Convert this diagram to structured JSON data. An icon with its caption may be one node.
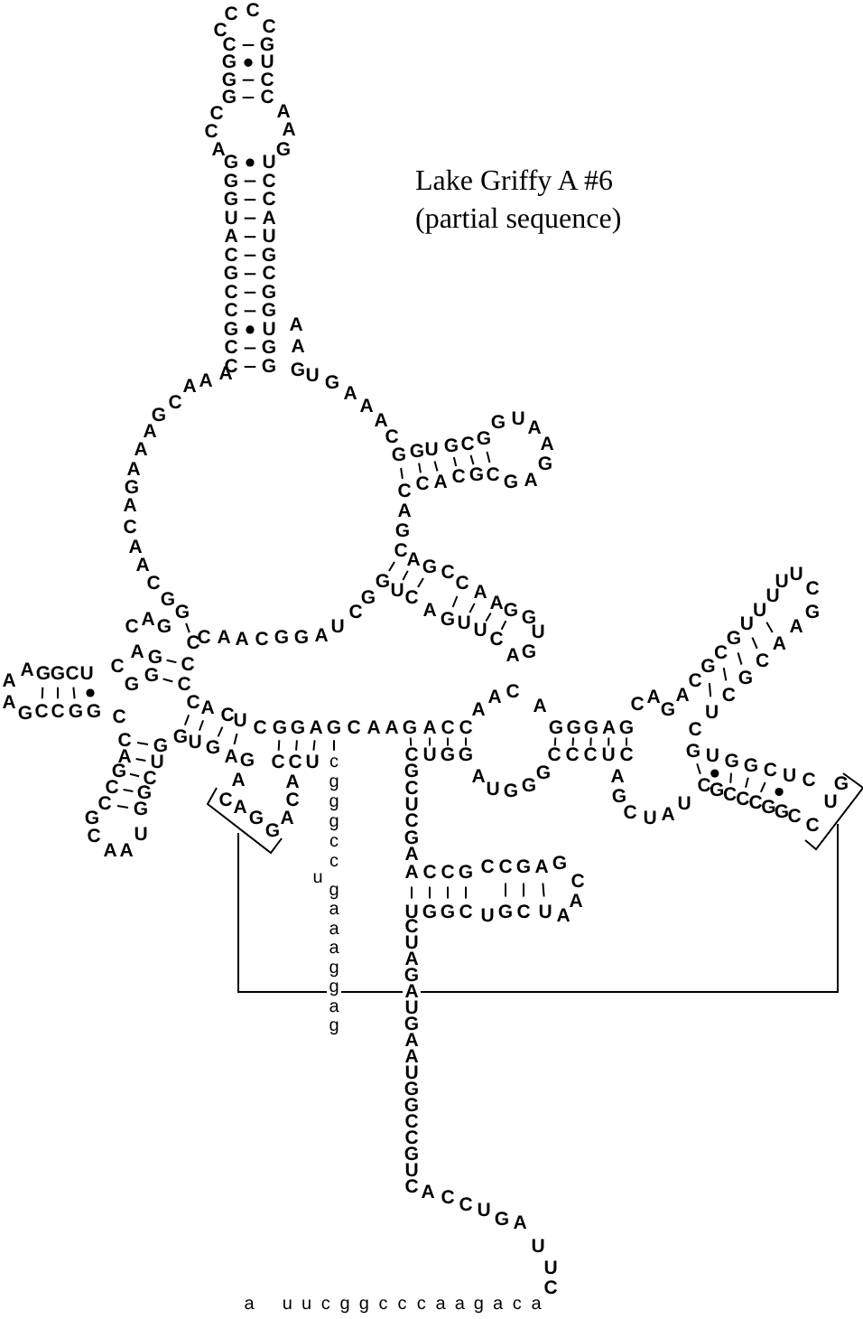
{
  "diagram": {
    "title": "Lake Griffy A #6",
    "labels": [
      "(partial sequence)",
      "CCCC",
      "CGGG",
      "GUCC",
      "CCA",
      "AAG",
      "GGGUACGCCGCC",
      "UCCAUGCGGUGG",
      "AA",
      "GUGAAAC",
      "AAACGAAAGACAACGG",
      "GGUGCG",
      "GUAAG",
      "CCACGCGA",
      "AG",
      "CAGCCAAGG",
      "AGUUCAGU",
      "GUC",
      "CAACGGAUCG",
      "CAG",
      "AG",
      "CG",
      "G",
      "CCC",
      "AAGGCU",
      "AGCCGG",
      "CCAGCCGCA",
      "GUCGGUA",
      "CACUCGGAGCAAGACC",
      "AACA",
      "GGGAG",
      "CAGA",
      "CGCGUUU",
      "UUCG",
      "AACGCUC",
      "AGCUAU",
      "GUGGCUC",
      "CGCCCGGC",
      "GUC",
      "CCCUC",
      "AUGGG",
      "CGCUCGA",
      "UGG",
      "ACCGCCGAG",
      "CA",
      "UGGCUGCUA",
      "CUAGAUGAAUGGCCGUC",
      "ACCUGAUUC",
      "a uucggcccaagaca",
      "GUGAG",
      "A",
      "CAGG",
      "ACA",
      "CCU",
      "cgggcc",
      "gaaaggag",
      "u"
    ]
  }
}
